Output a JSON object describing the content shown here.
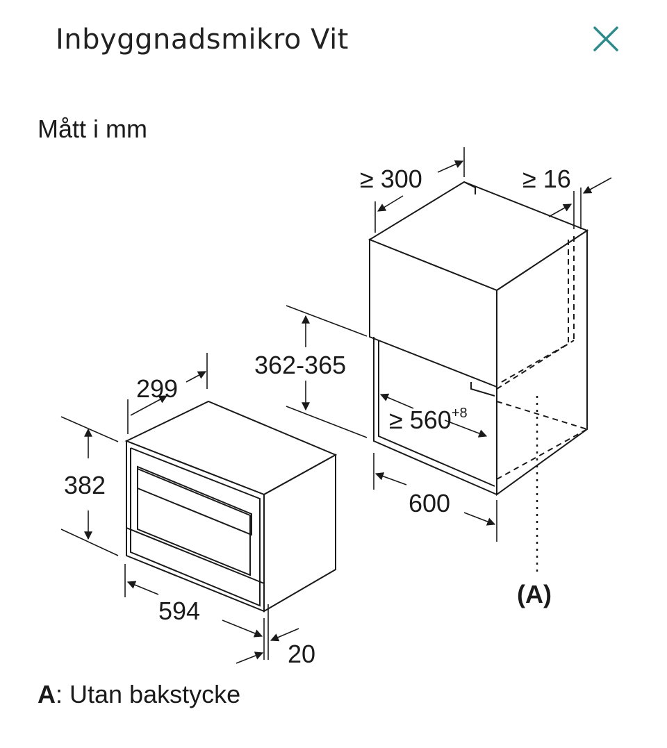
{
  "header": {
    "title": "Inbyggnadsmikro Vit",
    "close_icon": "close-icon",
    "close_color": "#2f8a8a"
  },
  "diagram": {
    "units_label": "Mått i mm",
    "dimensions": {
      "appliance_depth": "299",
      "appliance_height": "382",
      "appliance_width": "594",
      "front_thickness": "20",
      "niche_height": "362-365",
      "niche_width_min": "≥ 560",
      "niche_width_tolerance": "+8",
      "cabinet_width": "600",
      "cabinet_depth_min": "≥ 300",
      "gap_min": "≥ 16"
    },
    "marker_label": "(A)"
  },
  "legend": {
    "key": "A",
    "text": ": Utan bakstycke"
  }
}
